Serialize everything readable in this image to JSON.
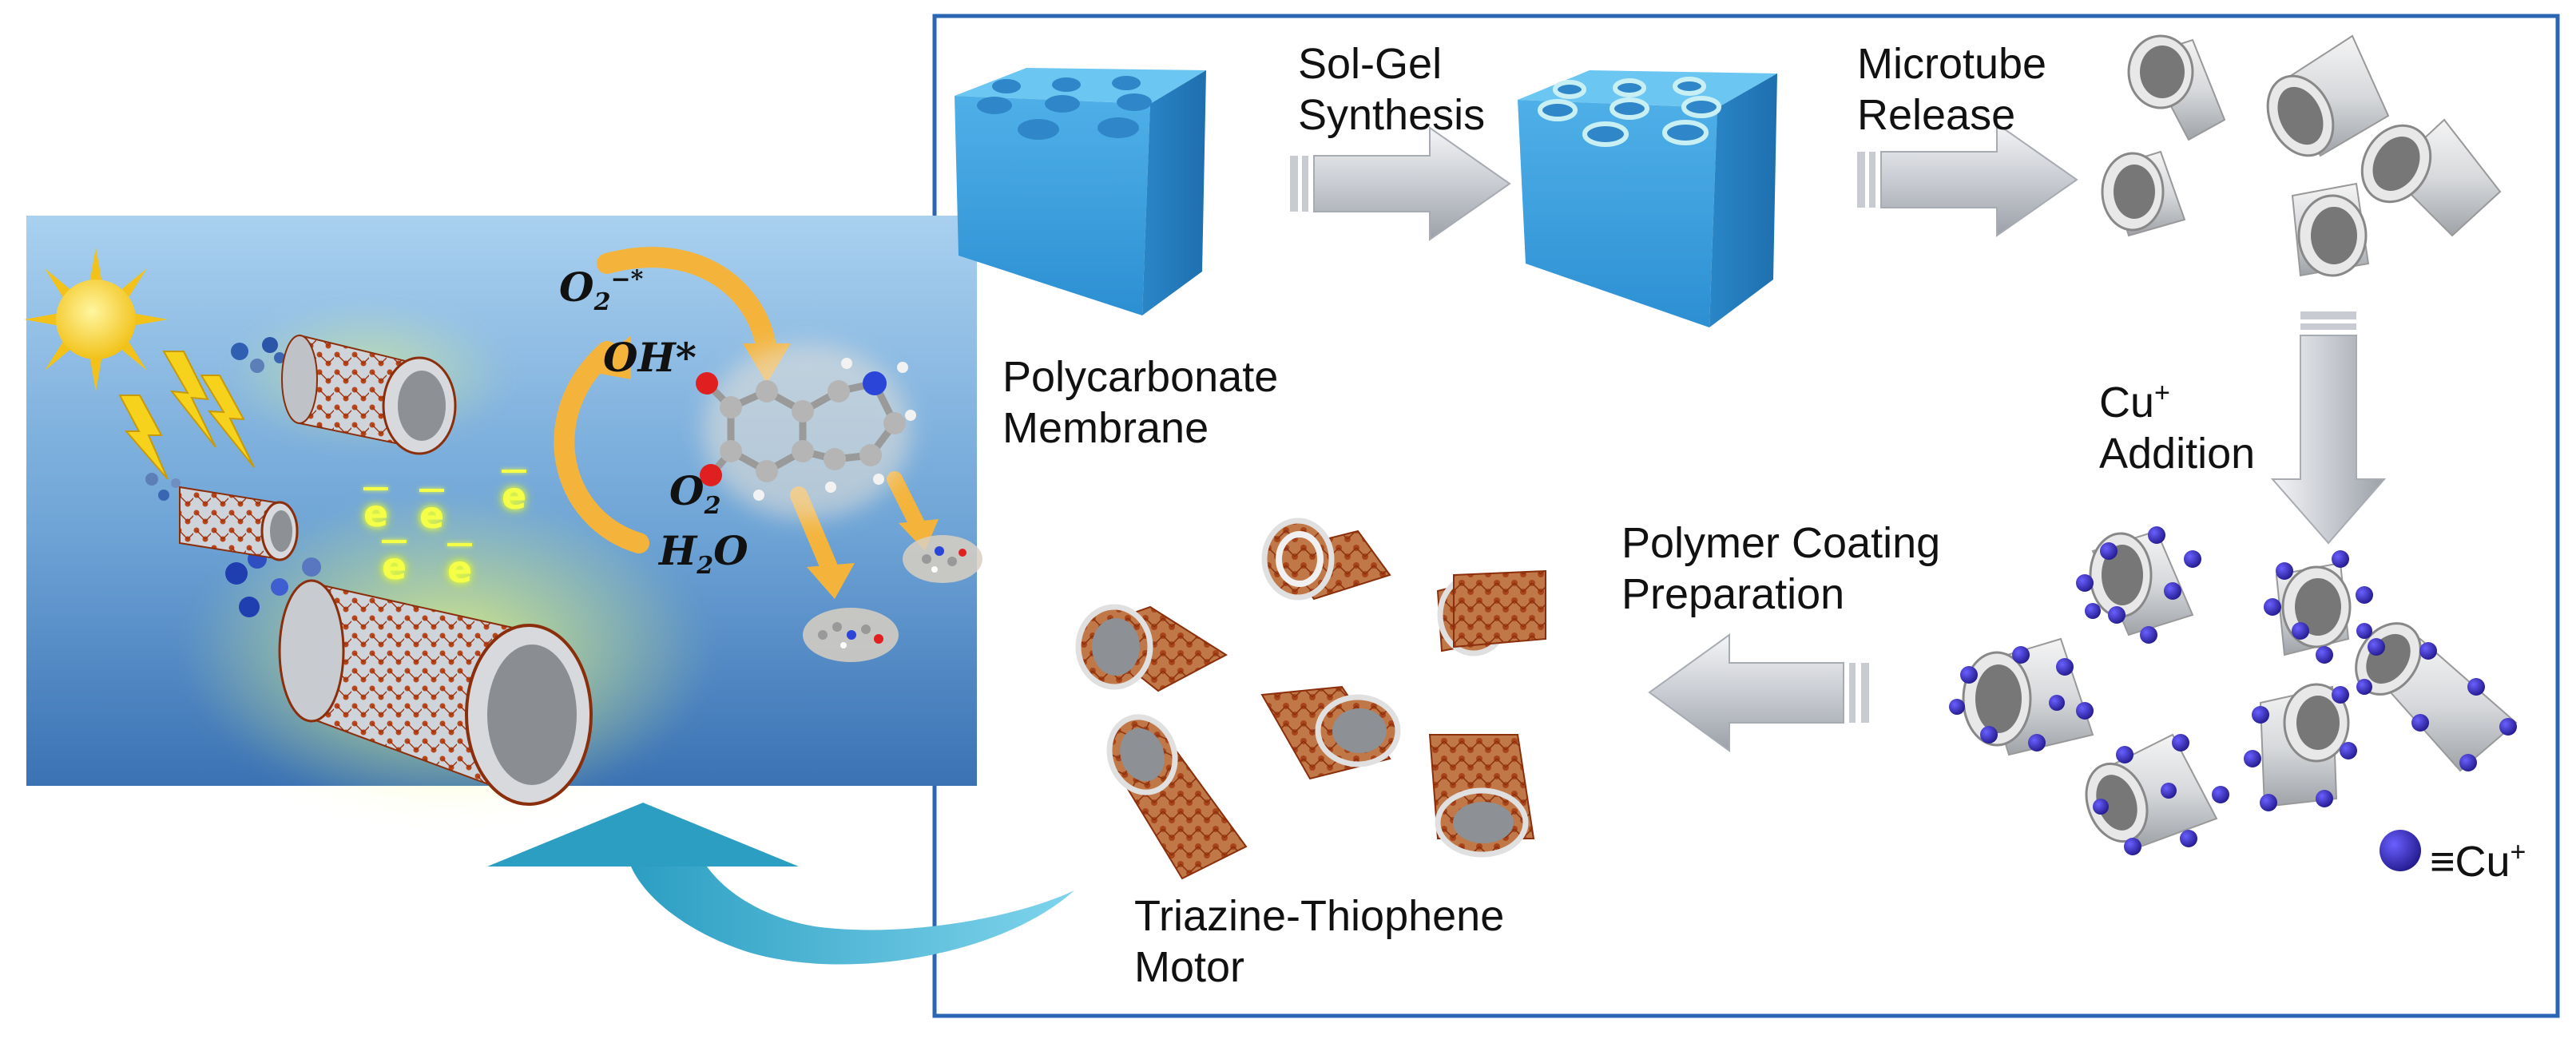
{
  "process": {
    "step1_label": "Sol-Gel\nSynthesis",
    "step1_line1": "Sol-Gel",
    "step1_line2": "Synthesis",
    "step2_line1": "Microtube",
    "step2_line2": "Release",
    "membrane_line1": "Polycarbonate",
    "membrane_line2": "Membrane",
    "addition_line1": "Cu",
    "addition_sup": "+",
    "addition_line2": "Addition",
    "coating_line1": "Polymer Coating",
    "coating_line2": "Preparation",
    "motor_line1": "Triazine-Thiophene",
    "motor_line2": "Motor",
    "legend_text": "≡Cu",
    "legend_sup": "+"
  },
  "photocatalysis": {
    "species_top": "O",
    "species_top_sub": "2",
    "species_top_sup": "−*",
    "species_mid": "OH*",
    "species_o2": "O",
    "species_o2_sub": "2",
    "species_h2o": "H",
    "species_h2o_sub": "2",
    "species_h2o_tail": "O",
    "electron": "e"
  },
  "colors": {
    "frame": "#2a66b4",
    "cube": "#4aa6e0",
    "cube_top": "#6cc6f2",
    "arrow": "#d6d9de",
    "cu_ion": "#2c23a8",
    "panel_top": "#a6cdee",
    "panel_bottom": "#3e78b8",
    "return_arrow": "#3bb0cf",
    "curve_arrow": "#f4b43c"
  }
}
